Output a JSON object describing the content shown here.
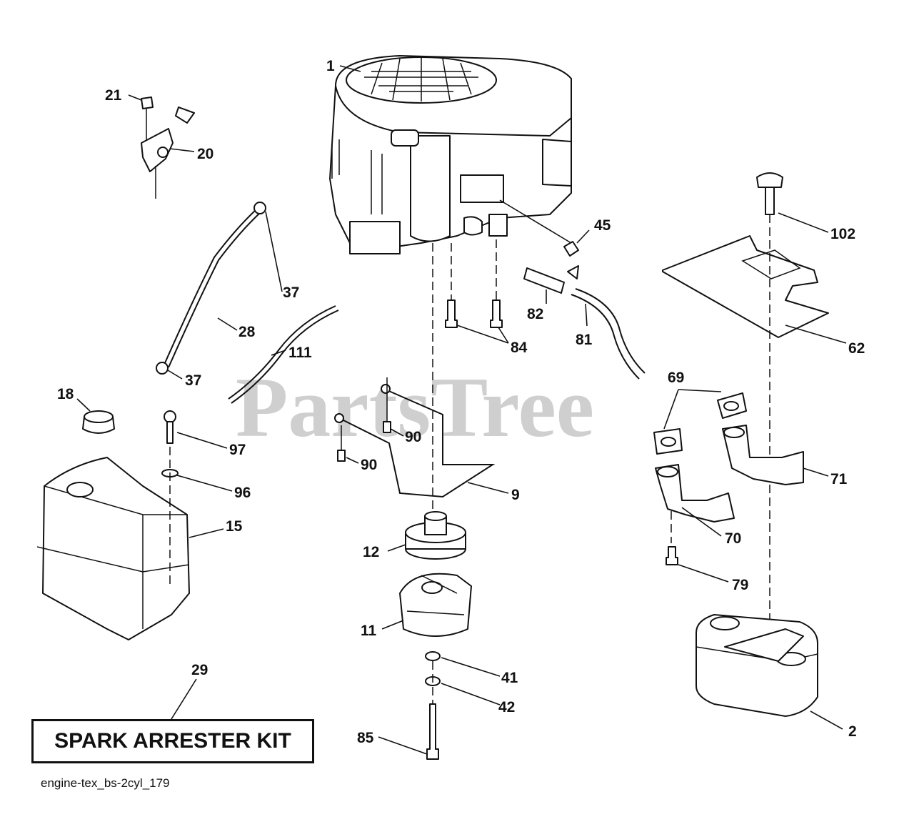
{
  "watermark": "PartsTree",
  "caption": "engine-tex_bs-2cyl_179",
  "kit_label": "SPARK ARRESTER KIT",
  "callouts": {
    "c1": "1",
    "c2": "2",
    "c9": "9",
    "c11": "11",
    "c12": "12",
    "c15": "15",
    "c18": "18",
    "c20": "20",
    "c21": "21",
    "c28": "28",
    "c29": "29",
    "c37a": "37",
    "c37b": "37",
    "c41": "41",
    "c42": "42",
    "c45": "45",
    "c62": "62",
    "c69": "69",
    "c70": "70",
    "c71": "71",
    "c79": "79",
    "c81": "81",
    "c82": "82",
    "c84": "84",
    "c85": "85",
    "c90a": "90",
    "c90b": "90",
    "c96": "96",
    "c97": "97",
    "c102": "102",
    "c111": "111"
  }
}
